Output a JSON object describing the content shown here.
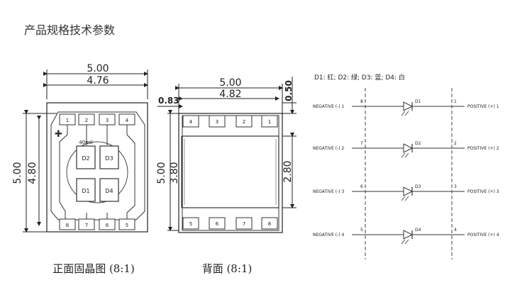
{
  "page_title": "产品规格技术参数",
  "front": {
    "caption": "正面固晶图 (8:1)",
    "dim_width": "5.00",
    "dim_inner_width": "4.76",
    "dim_height": "5.00",
    "dim_inner_height": "4.80",
    "pads_top": [
      "1",
      "2",
      "3",
      "4"
    ],
    "pads_bottom": [
      "8",
      "7",
      "6",
      "5"
    ],
    "dies": [
      "D2",
      "D3",
      "D1",
      "D4"
    ],
    "die_note": "40mil"
  },
  "back": {
    "caption": "背面 (8:1)",
    "dim_width": "5.00",
    "dim_inner_width": "4.82",
    "dim_offset": "0.83",
    "dim_pad_height": "0.50",
    "dim_height": "5.00",
    "dim_inner_height": "3.80",
    "dim_center_height": "2.80",
    "pads_top": [
      "4",
      "3",
      "2",
      "1"
    ],
    "pads_bottom": [
      "5",
      "6",
      "7",
      "8"
    ]
  },
  "schematic": {
    "legend": "D1: 红;  D2: 绿;  D3: 蓝;  D4: 白",
    "rows": [
      {
        "left_label": "NEGATIVE (-) 1",
        "left_pin": "8",
        "right_pin": "1",
        "right_label": "POSITIVE (+) 1",
        "diode": "D1"
      },
      {
        "left_label": "NEGATIVE (-) 2",
        "left_pin": "7",
        "right_pin": "2",
        "right_label": "POSITIVE (+) 2",
        "diode": "D2"
      },
      {
        "left_label": "NEGATIVE (-) 3",
        "left_pin": "6",
        "right_pin": "3",
        "right_label": "POSITIVE (+) 3",
        "diode": "D3"
      },
      {
        "left_label": "NEGATIVE (-) 4",
        "left_pin": "5",
        "right_pin": "4",
        "right_label": "POSITIVE (+) 4",
        "diode": "D4"
      }
    ]
  }
}
